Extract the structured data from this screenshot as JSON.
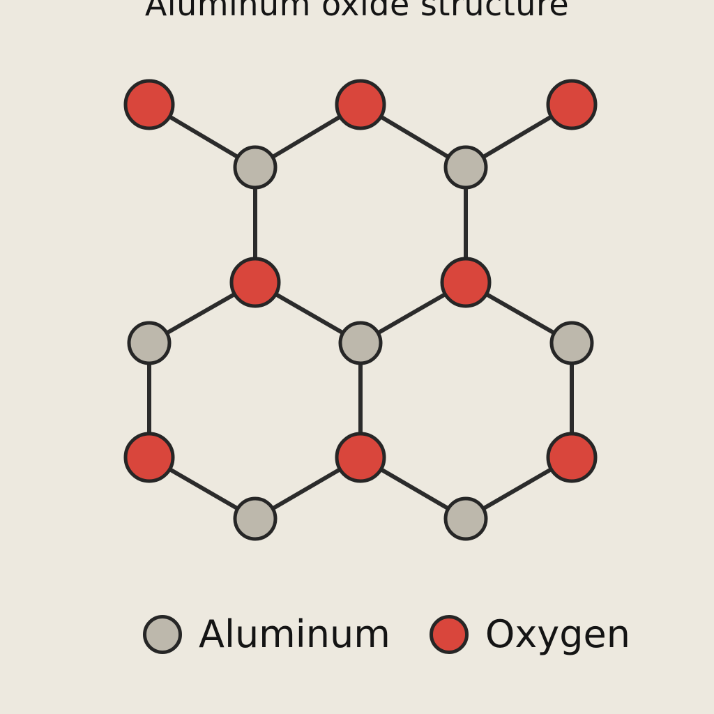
{
  "title": "Aluminum oxide structure",
  "colors": {
    "aluminum": "#bdb8ac",
    "oxygen": "#d9463c",
    "bond": "#2b2b2b",
    "background": "#ede9df"
  },
  "legend": [
    {
      "label": "Aluminum",
      "element": "aluminum"
    },
    {
      "label": "Oxygen",
      "element": "oxygen"
    }
  ],
  "structure": {
    "atoms": [
      {
        "id": "o1",
        "element": "oxygen"
      },
      {
        "id": "o2",
        "element": "oxygen"
      },
      {
        "id": "o3",
        "element": "oxygen"
      },
      {
        "id": "al1",
        "element": "aluminum"
      },
      {
        "id": "al2",
        "element": "aluminum"
      },
      {
        "id": "o4",
        "element": "oxygen"
      },
      {
        "id": "o5",
        "element": "oxygen"
      },
      {
        "id": "al3",
        "element": "aluminum"
      },
      {
        "id": "al4",
        "element": "aluminum"
      },
      {
        "id": "al5",
        "element": "aluminum"
      },
      {
        "id": "o6",
        "element": "oxygen"
      },
      {
        "id": "o7",
        "element": "oxygen"
      },
      {
        "id": "o8",
        "element": "oxygen"
      },
      {
        "id": "al6",
        "element": "aluminum"
      },
      {
        "id": "al7",
        "element": "aluminum"
      }
    ],
    "bonds": [
      [
        "o1",
        "al1"
      ],
      [
        "al1",
        "o2"
      ],
      [
        "o2",
        "al2"
      ],
      [
        "al2",
        "o3"
      ],
      [
        "al1",
        "o4"
      ],
      [
        "al2",
        "o5"
      ],
      [
        "o4",
        "al3"
      ],
      [
        "o4",
        "al4"
      ],
      [
        "o5",
        "al4"
      ],
      [
        "o5",
        "al5"
      ],
      [
        "al3",
        "o6"
      ],
      [
        "al4",
        "o7"
      ],
      [
        "al5",
        "o8"
      ],
      [
        "o6",
        "al6"
      ],
      [
        "al6",
        "o7"
      ],
      [
        "o7",
        "al7"
      ],
      [
        "al7",
        "o8"
      ]
    ]
  }
}
